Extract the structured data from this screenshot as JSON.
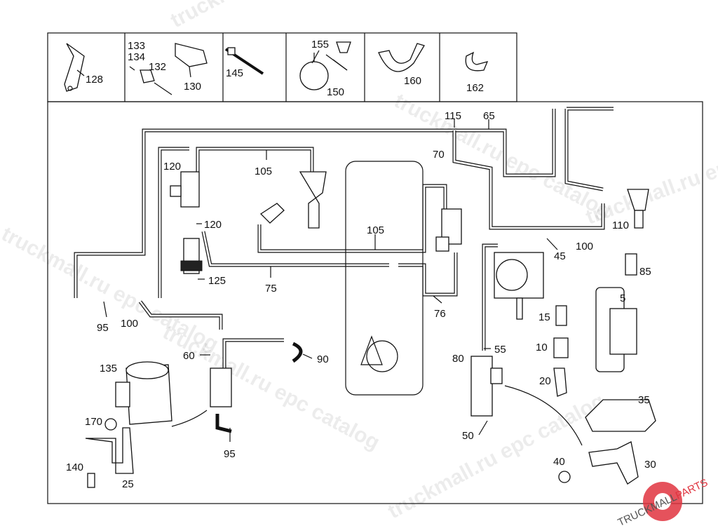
{
  "diagram": {
    "header_parts": [
      "128",
      "133",
      "134",
      "132",
      "130",
      "145",
      "155",
      "150",
      "160",
      "162"
    ],
    "callouts": [
      {
        "id": "c128",
        "text": "128"
      },
      {
        "id": "c133",
        "text": "133"
      },
      {
        "id": "c134",
        "text": "134"
      },
      {
        "id": "c132",
        "text": "132"
      },
      {
        "id": "c130",
        "text": "130"
      },
      {
        "id": "c145",
        "text": "145"
      },
      {
        "id": "c155",
        "text": "155"
      },
      {
        "id": "c150",
        "text": "150"
      },
      {
        "id": "c160",
        "text": "160"
      },
      {
        "id": "c162",
        "text": "162"
      },
      {
        "id": "c115",
        "text": "115"
      },
      {
        "id": "c65",
        "text": "65"
      },
      {
        "id": "c70",
        "text": "70"
      },
      {
        "id": "c120a",
        "text": "120"
      },
      {
        "id": "c105a",
        "text": "105"
      },
      {
        "id": "c120b",
        "text": "120"
      },
      {
        "id": "c125",
        "text": "125"
      },
      {
        "id": "c75",
        "text": "75"
      },
      {
        "id": "c95a",
        "text": "95"
      },
      {
        "id": "c100a",
        "text": "100"
      },
      {
        "id": "c105b",
        "text": "105"
      },
      {
        "id": "c110",
        "text": "110"
      },
      {
        "id": "c100b",
        "text": "100"
      },
      {
        "id": "c45",
        "text": "45"
      },
      {
        "id": "c85",
        "text": "85"
      },
      {
        "id": "c5",
        "text": "5"
      },
      {
        "id": "c15",
        "text": "15"
      },
      {
        "id": "c10",
        "text": "10"
      },
      {
        "id": "c20",
        "text": "20"
      },
      {
        "id": "c35",
        "text": "35"
      },
      {
        "id": "c76",
        "text": "76"
      },
      {
        "id": "c80",
        "text": "80"
      },
      {
        "id": "c55",
        "text": "55"
      },
      {
        "id": "c60",
        "text": "60"
      },
      {
        "id": "c90",
        "text": "90"
      },
      {
        "id": "c135",
        "text": "135"
      },
      {
        "id": "c170",
        "text": "170"
      },
      {
        "id": "c140",
        "text": "140"
      },
      {
        "id": "c25",
        "text": "25"
      },
      {
        "id": "c95b",
        "text": "95"
      },
      {
        "id": "c50",
        "text": "50"
      },
      {
        "id": "c40",
        "text": "40"
      },
      {
        "id": "c30",
        "text": "30"
      }
    ]
  },
  "watermark": {
    "text": "truckmall.ru epc catalog",
    "logo": "TRUCKMALLPARTS",
    "logo_color": "#e0343f"
  }
}
